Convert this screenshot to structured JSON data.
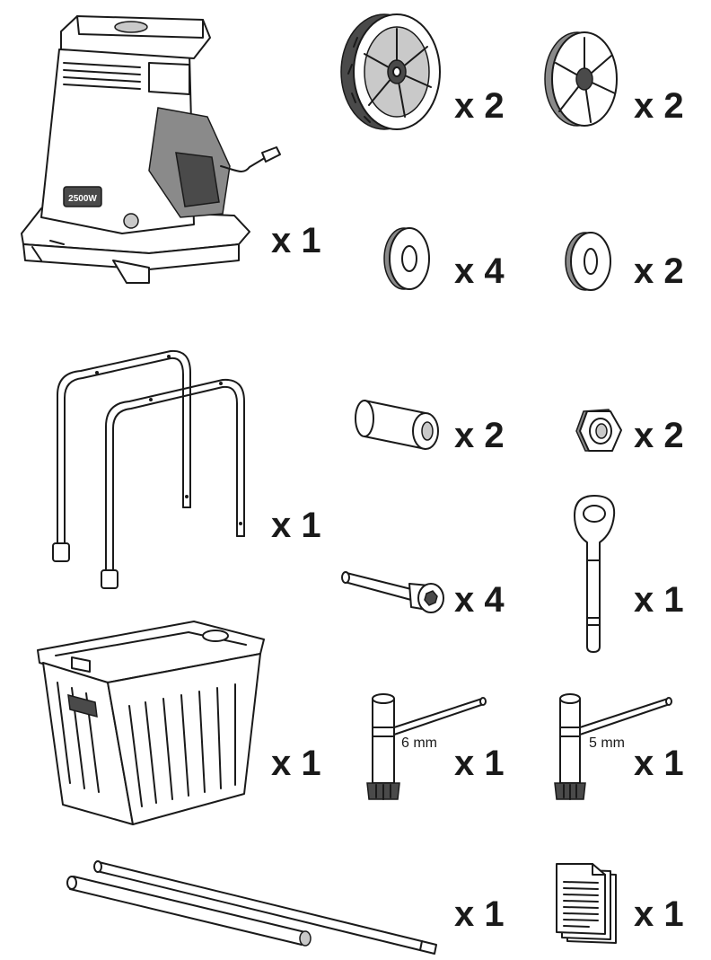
{
  "parts": [
    {
      "id": "shredder",
      "qty": "x 1",
      "badge": "2500W"
    },
    {
      "id": "wheel",
      "qty": "x 2"
    },
    {
      "id": "hubcap",
      "qty": "x 2"
    },
    {
      "id": "washer-large",
      "qty": "x 4"
    },
    {
      "id": "washer-small",
      "qty": "x 2"
    },
    {
      "id": "frame-legs",
      "qty": "x 1"
    },
    {
      "id": "spacer",
      "qty": "x 2"
    },
    {
      "id": "nut",
      "qty": "x 2"
    },
    {
      "id": "bolt",
      "qty": "x 4"
    },
    {
      "id": "key",
      "qty": "x 1"
    },
    {
      "id": "collection-box",
      "qty": "x 1"
    },
    {
      "id": "wrench-6",
      "qty": "x 1",
      "size": "6 mm"
    },
    {
      "id": "wrench-5",
      "qty": "x 1",
      "size": "5 mm"
    },
    {
      "id": "axle-rods",
      "qty": "x 1"
    },
    {
      "id": "manual",
      "qty": "x 1"
    }
  ]
}
